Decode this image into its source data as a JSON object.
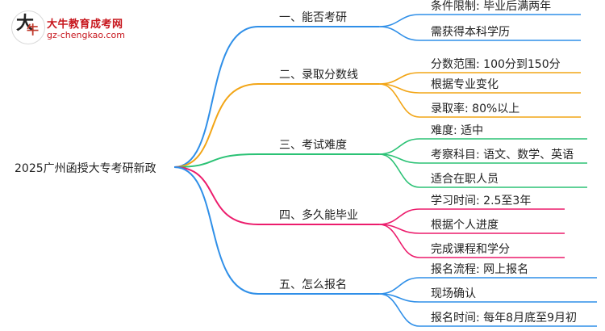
{
  "logo": {
    "icon": "ox-logo-icon",
    "title": "大牛教育成考网",
    "url": "gz-chengkao.com"
  },
  "mindmap": {
    "root": "2025广州函授大专考研新政",
    "branches": [
      {
        "label": "一、能否考研",
        "color": "#2f8fe8",
        "leaves": [
          "条件限制: 毕业后满两年",
          "需获得本科学历"
        ]
      },
      {
        "label": "二、录取分数线",
        "color": "#f2a516",
        "leaves": [
          "分数范围: 100分到150分",
          "根据专业变化",
          "录取率: 80%以上"
        ]
      },
      {
        "label": "三、考试难度",
        "color": "#2bc275",
        "leaves": [
          "难度: 适中",
          "考察科目: 语文、数学、英语",
          "适合在职人员"
        ]
      },
      {
        "label": "四、多久能毕业",
        "color": "#ec1c6c",
        "leaves": [
          "学习时间: 2.5至3年",
          "根据个人进度",
          "完成课程和学分"
        ]
      },
      {
        "label": "五、怎么报名",
        "color": "#2f8fe8",
        "leaves": [
          "报名流程: 网上报名",
          "现场确认",
          "报名时间: 每年8月底至9月初"
        ]
      }
    ]
  }
}
